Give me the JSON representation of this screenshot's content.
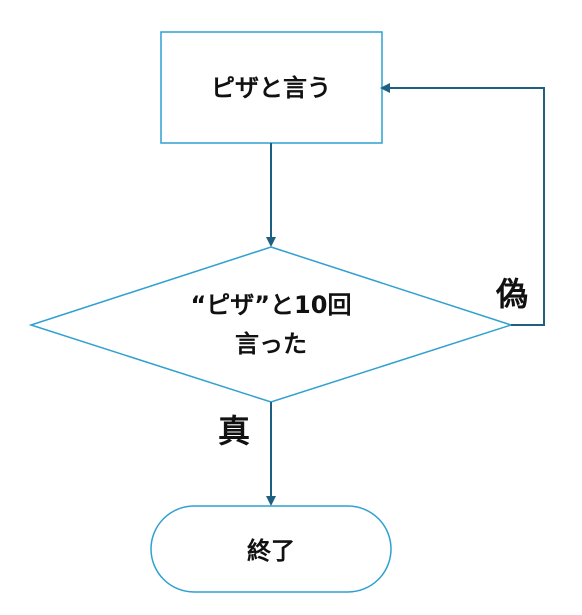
{
  "nodes": {
    "process": {
      "label": "ピザと言う"
    },
    "decision": {
      "line1": "“ピザ”と10回",
      "line2": "言った"
    },
    "terminal": {
      "label": "終了"
    }
  },
  "edges": {
    "false_label": "偽",
    "true_label": "真"
  },
  "colors": {
    "node_border": "#2fa0d0",
    "connector": "#1f5f82",
    "text": "#111111"
  }
}
